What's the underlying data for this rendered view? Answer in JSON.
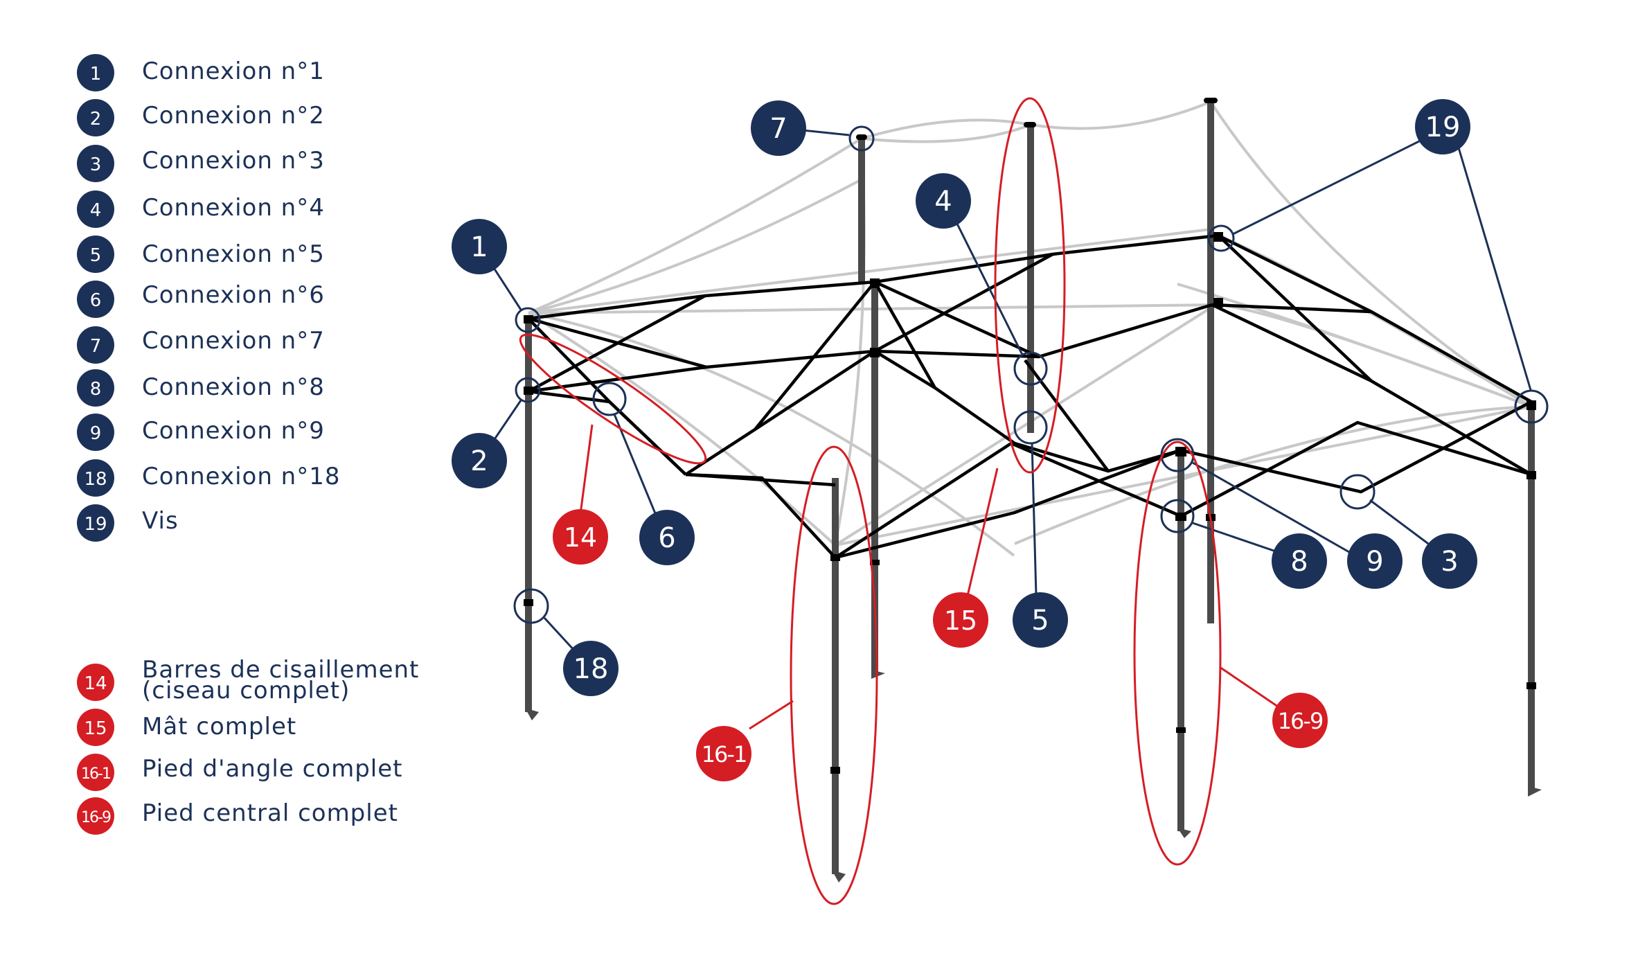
{
  "colors": {
    "navy": "#1c3157",
    "red": "#d51d24",
    "frame": "#000000",
    "leg": "#4a4a4a",
    "canopy": "#c8c8c8",
    "background": "#ffffff"
  },
  "legend": {
    "connections": [
      {
        "num": "1",
        "label": "Connexion n°1"
      },
      {
        "num": "2",
        "label": "Connexion n°2"
      },
      {
        "num": "3",
        "label": "Connexion n°3"
      },
      {
        "num": "4",
        "label": "Connexion n°4"
      },
      {
        "num": "5",
        "label": "Connexion n°5"
      },
      {
        "num": "6",
        "label": "Connexion n°6"
      },
      {
        "num": "7",
        "label": "Connexion n°7"
      },
      {
        "num": "8",
        "label": "Connexion n°8"
      },
      {
        "num": "9",
        "label": "Connexion n°9"
      },
      {
        "num": "18",
        "label": "Connexion n°18"
      },
      {
        "num": "19",
        "label": "Vis"
      }
    ],
    "assemblies": [
      {
        "num": "14",
        "label_line1": "Barres de cisaillement",
        "label_line2": "(ciseau complet)"
      },
      {
        "num": "15",
        "label_line1": "Mât complet"
      },
      {
        "num": "16-1",
        "label_line1": "Pied d'angle complet"
      },
      {
        "num": "16-9",
        "label_line1": "Pied central complet"
      }
    ]
  },
  "callouts": {
    "connections": [
      "1",
      "2",
      "3",
      "4",
      "5",
      "6",
      "7",
      "8",
      "9",
      "18",
      "19"
    ],
    "assemblies": [
      "14",
      "15",
      "16-1",
      "16-9"
    ]
  }
}
